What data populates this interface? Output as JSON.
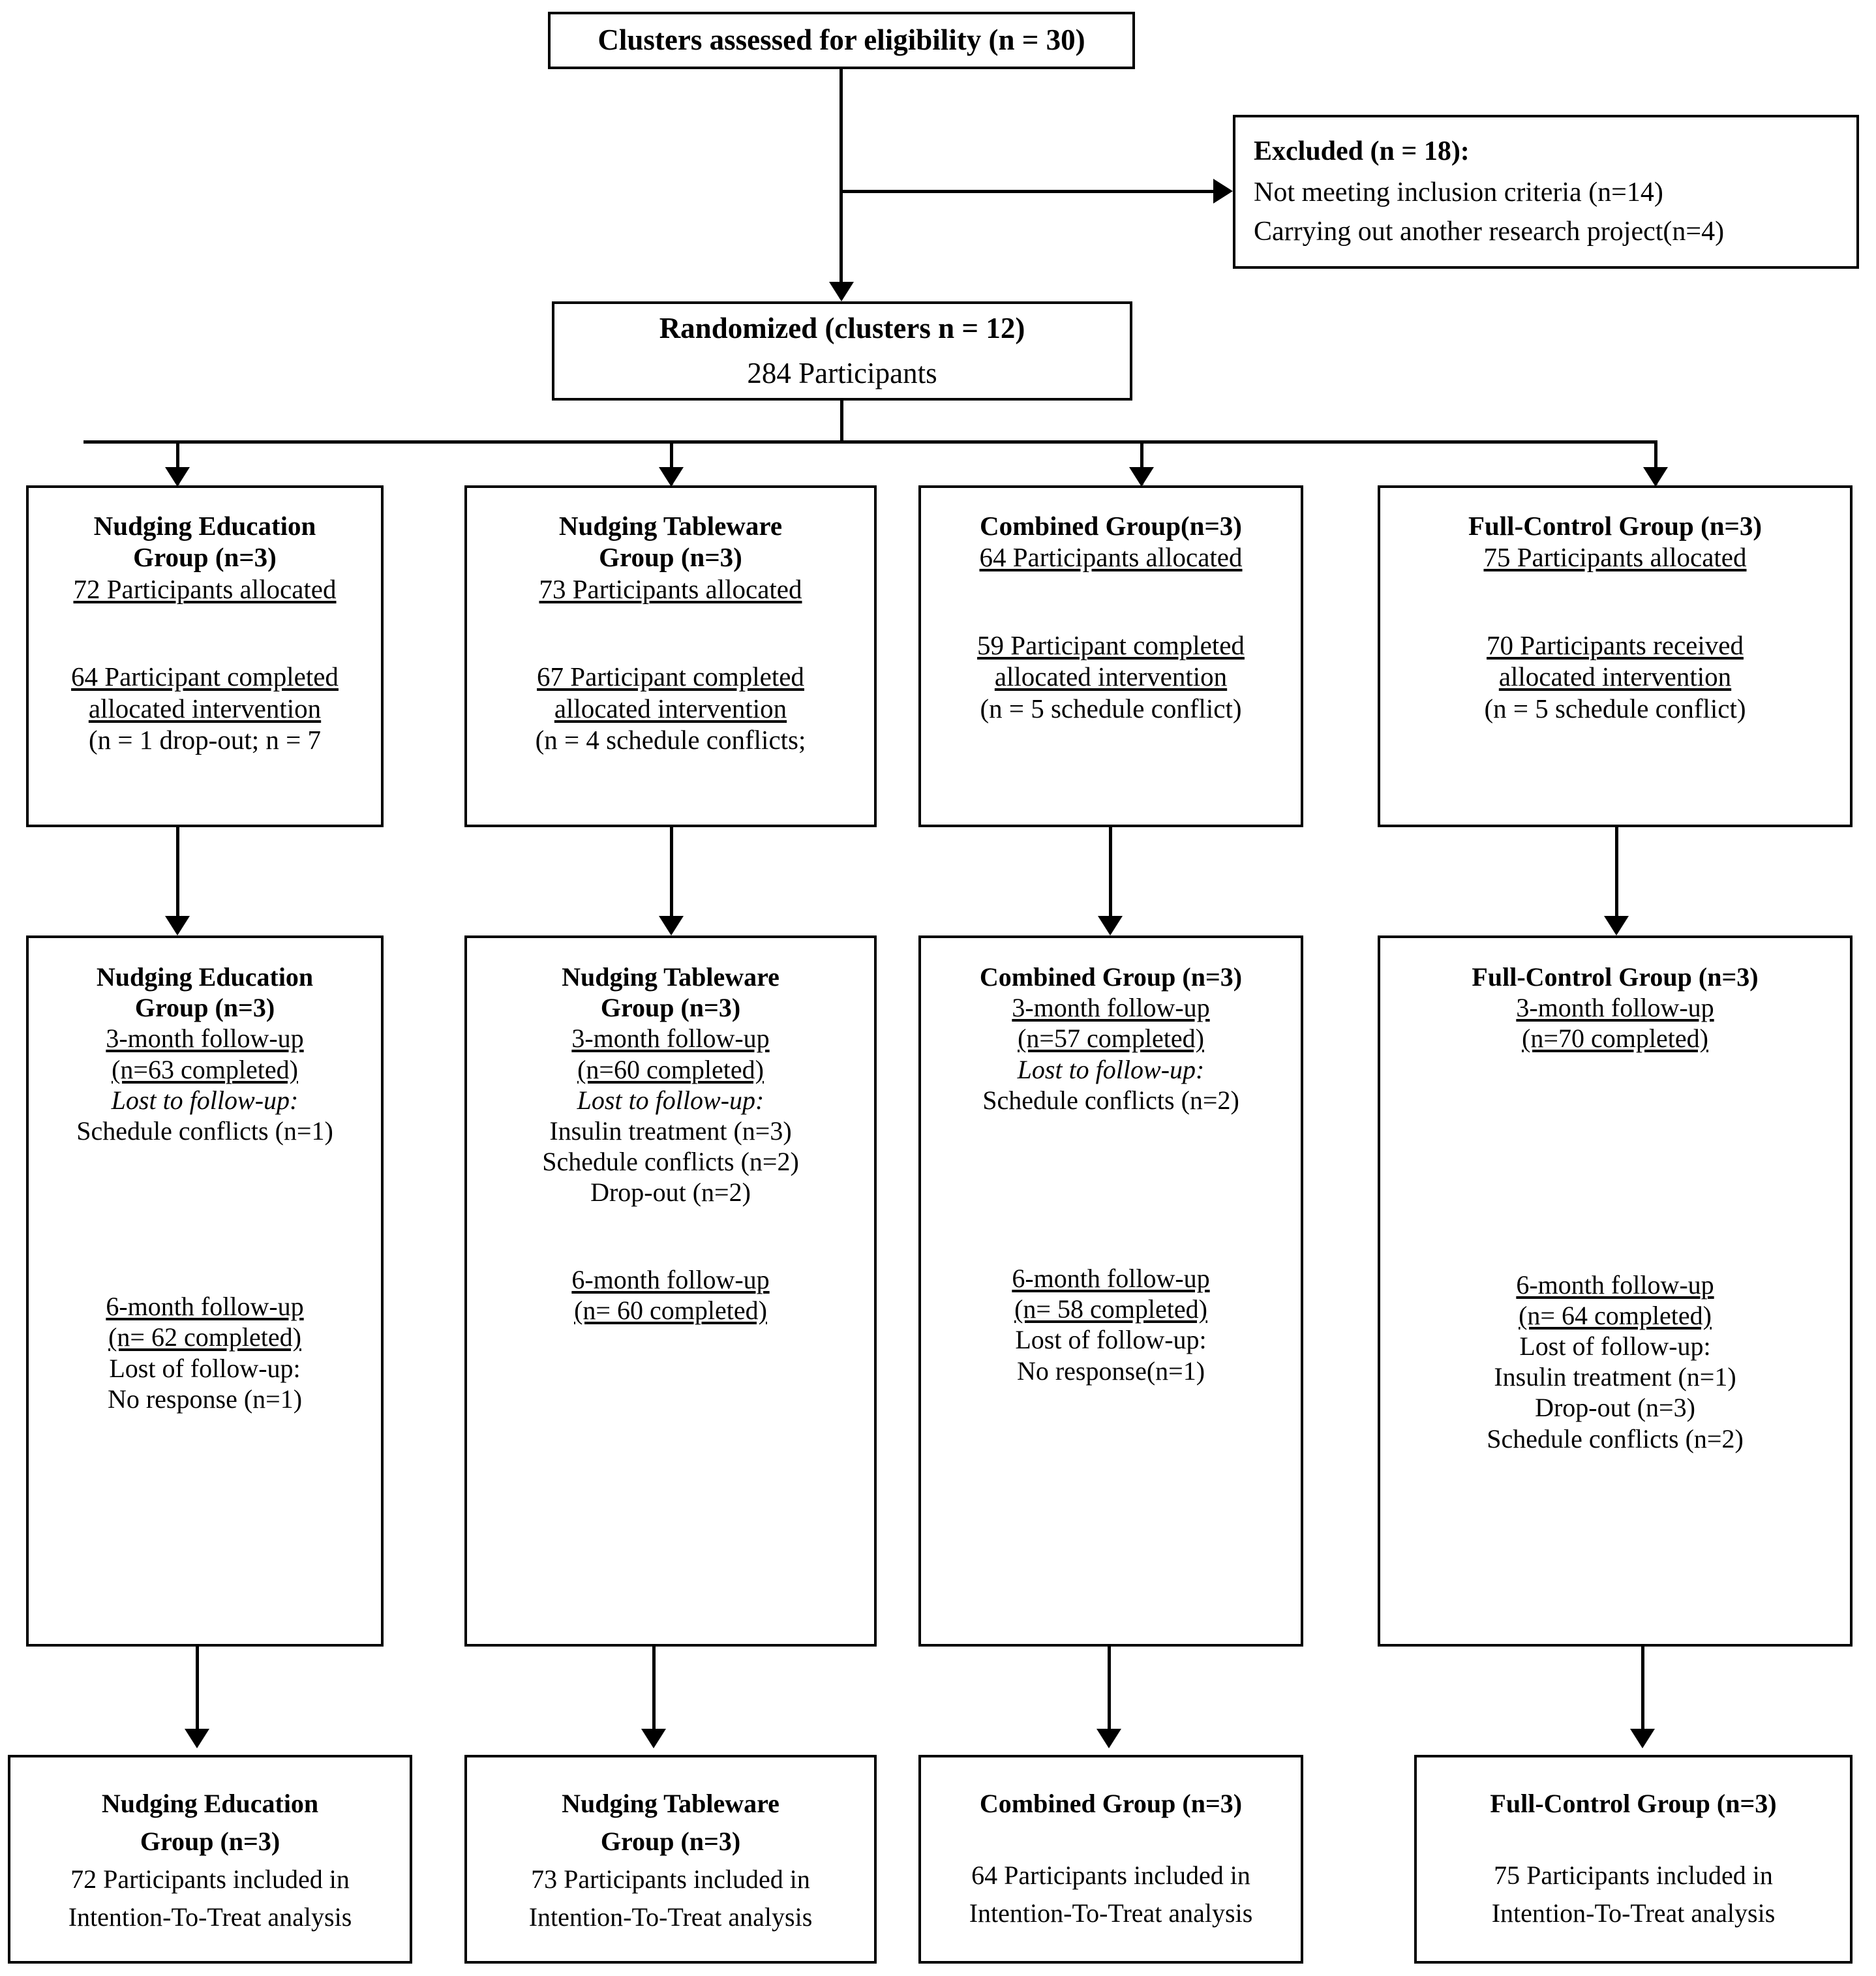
{
  "diagram": {
    "title": "CONSORT cluster-randomized trial flow diagram",
    "enrollment": {
      "assessed": "Clusters assessed for eligibility (n = 30)",
      "excluded_header": "Excluded (n = 18):",
      "excluded_reasons": [
        "Not meeting inclusion criteria (n=14)",
        "Carrying out another research project(n=4)"
      ],
      "randomized_line1": "Randomized (clusters n = 12)",
      "randomized_line2": "284 Participants"
    },
    "allocation": [
      {
        "title_line1": "Nudging Education",
        "title_line2": "Group (n=3)",
        "allocated": "72 Participants allocated",
        "completed_line1": "64 Participant completed",
        "completed_line2": "allocated intervention",
        "note": "(n = 1 drop-out; n = 7"
      },
      {
        "title_line1": "Nudging Tableware",
        "title_line2": "Group (n=3)",
        "allocated": "73 Participants allocated",
        "completed_line1": "67 Participant completed",
        "completed_line2": "allocated intervention",
        "note": "(n = 4 schedule conflicts;"
      },
      {
        "title_line1": "Combined Group(n=3)",
        "title_line2": "",
        "allocated": "64 Participants allocated",
        "completed_line1": "59 Participant completed",
        "completed_line2": "allocated intervention",
        "note": "(n = 5 schedule conflict)"
      },
      {
        "title_line1": "Full-Control Group (n=3)",
        "title_line2": "",
        "allocated": "75 Participants allocated",
        "completed_line1": "70 Participants received",
        "completed_line2": "allocated intervention",
        "note": "(n = 5 schedule conflict)"
      }
    ],
    "followup": [
      {
        "title_line1": "Nudging Education",
        "title_line2": "Group (n=3)",
        "m3_label": "3-month follow-up",
        "m3_count": "(n=63 completed)",
        "m3_lost_header": "Lost to follow-up:",
        "m3_lost_items": [
          "Schedule conflicts (n=1)"
        ],
        "m6_label": "6-month follow-up",
        "m6_count": "(n= 62 completed)",
        "m6_lost_header": "Lost of follow-up:",
        "m6_lost_items": [
          "No response (n=1)"
        ]
      },
      {
        "title_line1": "Nudging Tableware",
        "title_line2": "Group (n=3)",
        "m3_label": "3-month follow-up",
        "m3_count": "(n=60 completed)",
        "m3_lost_header": "Lost to follow-up:",
        "m3_lost_items": [
          "Insulin treatment (n=3)",
          "Schedule conflicts (n=2)",
          "Drop-out (n=2)"
        ],
        "m6_label": "6-month follow-up",
        "m6_count": "(n= 60 completed)",
        "m6_lost_header": "",
        "m6_lost_items": []
      },
      {
        "title_line1": "Combined Group (n=3)",
        "title_line2": "",
        "m3_label": "3-month follow-up",
        "m3_count": "(n=57 completed)",
        "m3_lost_header": "Lost to follow-up:",
        "m3_lost_items": [
          "Schedule conflicts (n=2)"
        ],
        "m6_label": "6-month follow-up",
        "m6_count": "(n= 58 completed)",
        "m6_lost_header": "Lost of follow-up:",
        "m6_lost_items": [
          "No response(n=1)"
        ]
      },
      {
        "title_line1": "Full-Control Group (n=3)",
        "title_line2": "",
        "m3_label": "3-month follow-up",
        "m3_count": "(n=70 completed)",
        "m3_lost_header": "",
        "m3_lost_items": [],
        "m6_label": "6-month follow-up",
        "m6_count": "(n= 64 completed)",
        "m6_lost_header": "Lost of follow-up:",
        "m6_lost_items": [
          "Insulin treatment (n=1)",
          "Drop-out (n=3)",
          "Schedule conflicts (n=2)"
        ]
      }
    ],
    "analysis": [
      {
        "title_line1": "Nudging Education",
        "title_line2": "Group (n=3)",
        "line1": "72 Participants included in",
        "line2": "Intention-To-Treat analysis"
      },
      {
        "title_line1": "Nudging Tableware",
        "title_line2": "Group (n=3)",
        "line1": "73 Participants included in",
        "line2": "Intention-To-Treat analysis"
      },
      {
        "title_line1": "Combined Group (n=3)",
        "title_line2": "",
        "line1": "64 Participants included in",
        "line2": "Intention-To-Treat analysis"
      },
      {
        "title_line1": "Full-Control Group (n=3)",
        "title_line2": "",
        "line1": "75 Participants included in",
        "line2": "Intention-To-Treat analysis"
      }
    ]
  }
}
